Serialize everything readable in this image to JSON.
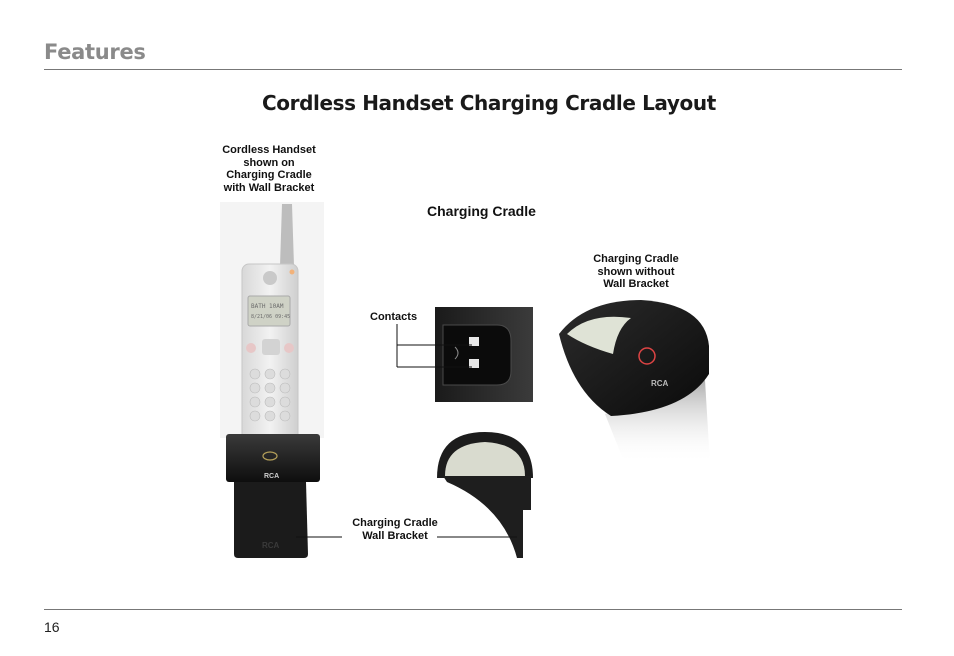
{
  "header": {
    "section_title": "Features"
  },
  "main": {
    "heading": "Cordless Handset Charging Cradle Layout",
    "labels": {
      "handset_on_cradle": [
        "Cordless Handset",
        "shown on",
        "Charging Cradle",
        "with Wall Bracket"
      ],
      "charging_cradle": "Charging Cradle",
      "cradle_without_bracket": [
        "Charging Cradle",
        "shown without",
        "Wall Bracket"
      ],
      "contacts": "Contacts",
      "wall_bracket": [
        "Charging Cradle",
        "Wall Bracket"
      ]
    },
    "handset_screen": [
      "BATH  10AM",
      "8/21/06  09:45"
    ]
  },
  "footer": {
    "page_number": "16"
  },
  "colors": {
    "rule": "#777777",
    "section_title": "#8a8a8a",
    "cradle_dark": "#1d1d1d"
  },
  "icons": [
    "phone-handset-illustration",
    "charging-cradle-photo",
    "contacts-closeup-photo",
    "wall-bracket-side-photo"
  ]
}
